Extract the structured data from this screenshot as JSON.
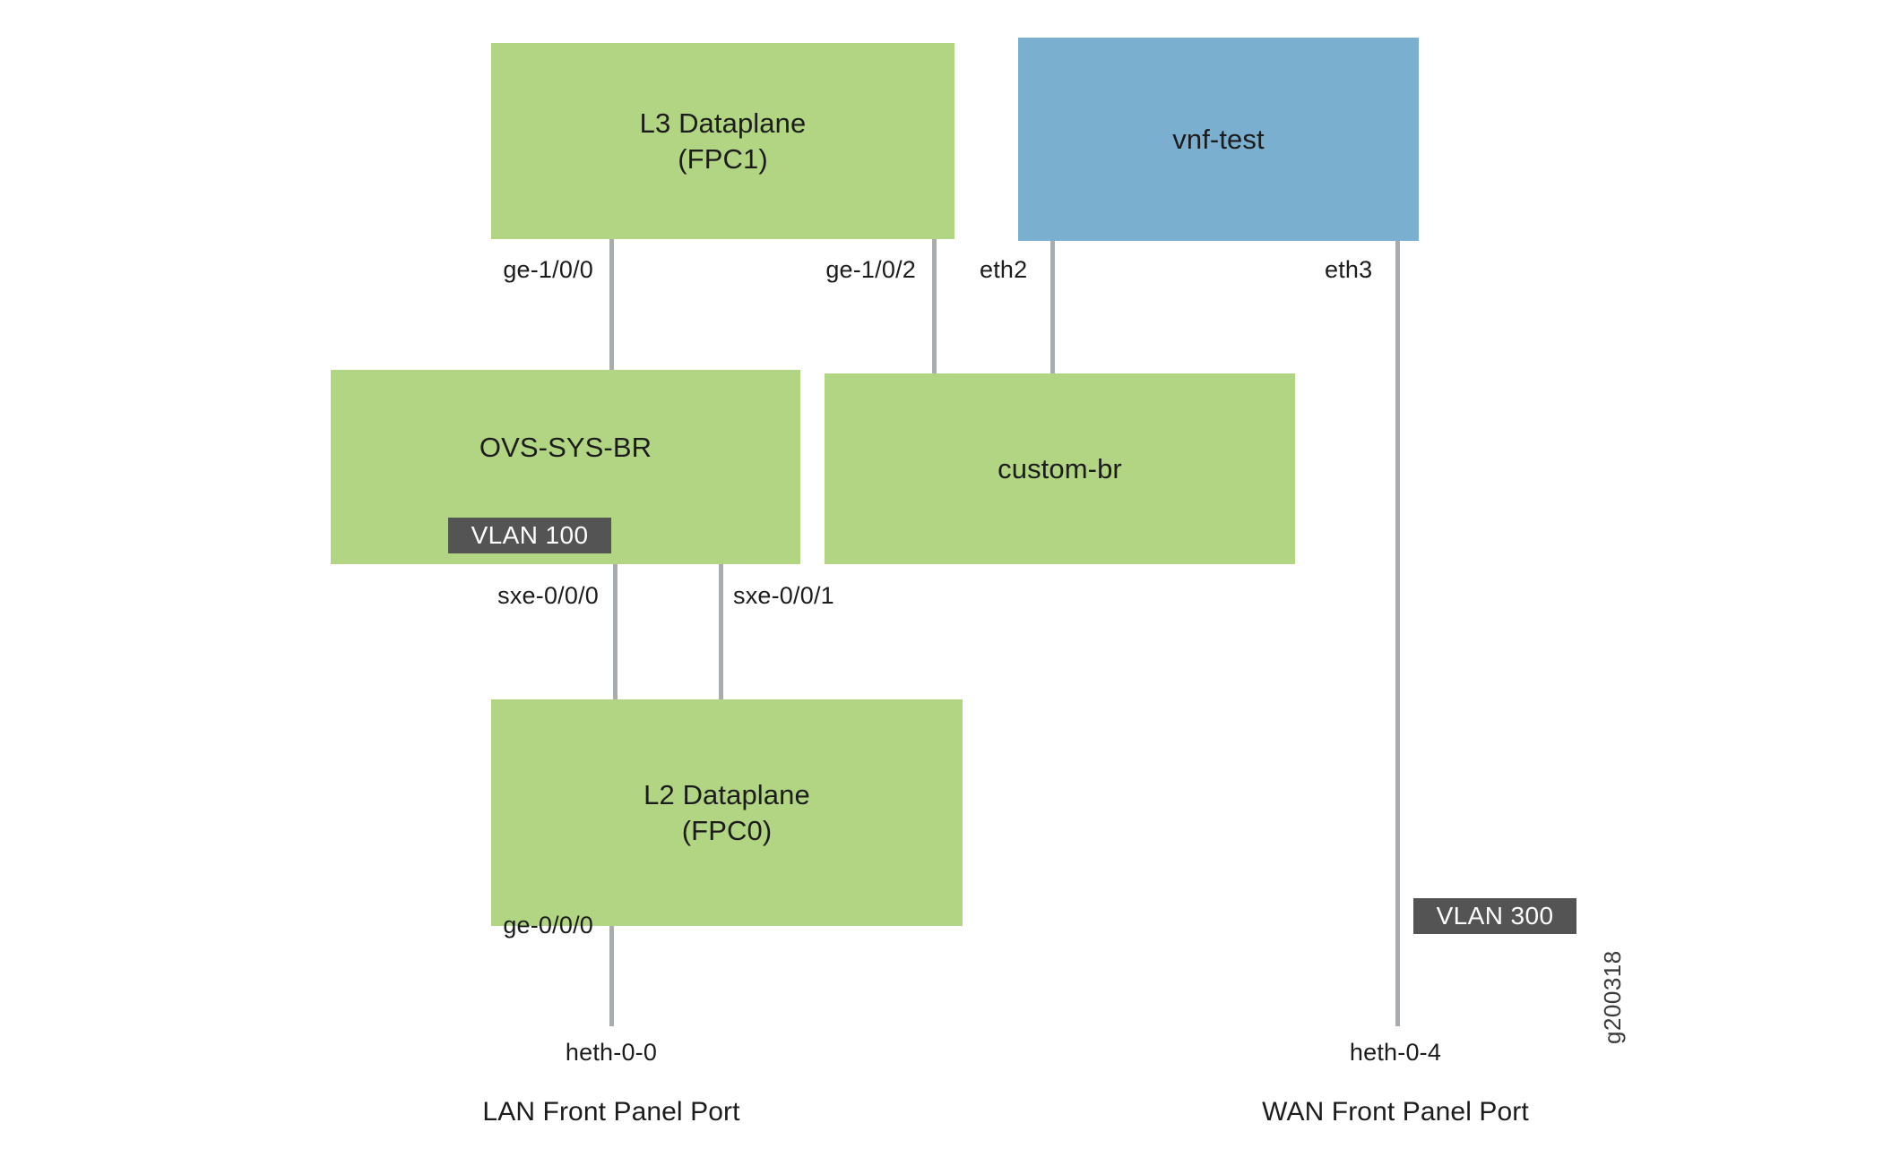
{
  "figure": {
    "id_label": "g200318",
    "colors": {
      "node_green": "#b2d583",
      "node_blue": "#7aafd0",
      "link_gray": "#a8acae",
      "badge_gray": "#545454",
      "text": "#1c1c1c",
      "background": "#ffffff"
    }
  },
  "nodes": {
    "l3_dataplane": {
      "line1": "L3 Dataplane",
      "line2": "(FPC1)"
    },
    "vnf_test": {
      "line1": "vnf-test",
      "line2": ""
    },
    "ovs_sys_br": {
      "line1": "OVS-SYS-BR",
      "line2": ""
    },
    "custom_br": {
      "line1": "custom-br",
      "line2": ""
    },
    "l2_dataplane": {
      "line1": "L2 Dataplane",
      "line2": "(FPC0)"
    }
  },
  "ports": {
    "ge_1_0_0": "ge-1/0/0",
    "ge_1_0_2": "ge-1/0/2",
    "eth2": "eth2",
    "eth3": "eth3",
    "sxe_0_0_0": "sxe-0/0/0",
    "sxe_0_0_1": "sxe-0/0/1",
    "ge_0_0_0": "ge-0/0/0"
  },
  "badges": {
    "vlan_100": "VLAN 100",
    "vlan_300": "VLAN 300"
  },
  "endpoints": {
    "lan": {
      "interface": "heth-0-0",
      "caption": "LAN Front Panel Port"
    },
    "wan": {
      "interface": "heth-0-4",
      "caption": "WAN Front Panel Port"
    }
  }
}
